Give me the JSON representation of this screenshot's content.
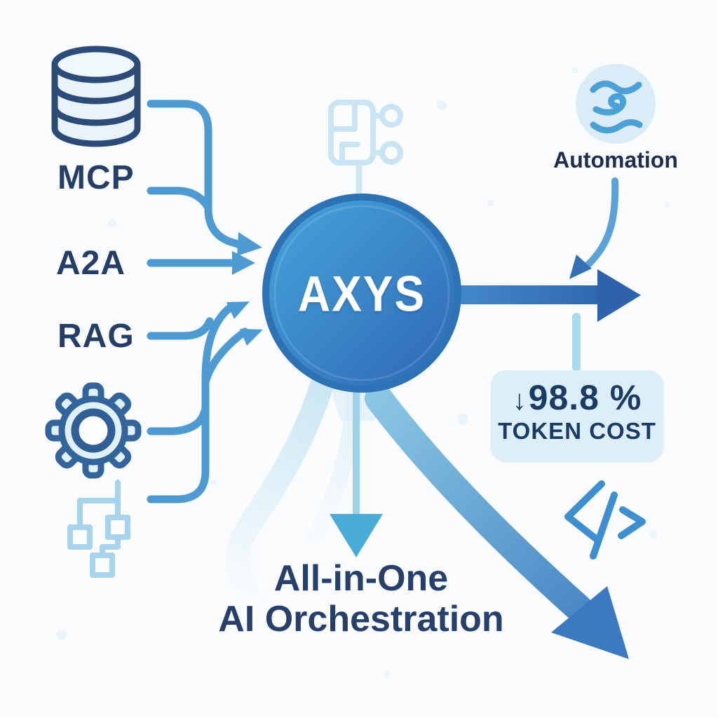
{
  "hub": {
    "label": "AXYS"
  },
  "inputs": {
    "mcp": "MCP",
    "a2a": "A2A",
    "rag": "RAG"
  },
  "automation": {
    "label": "Automation"
  },
  "badge": {
    "down_arrow": "↓",
    "value": "98.8 %",
    "caption": "TOKEN COST"
  },
  "title": {
    "line1": "All-in-One",
    "line2": "AI Orchestration"
  },
  "icons": {
    "left_source": "database-icon",
    "top_source": "workflow-branch-icon",
    "settings": "gear-icon",
    "pipeline": "node-tree-icon",
    "automation": "automation-waves-icon",
    "code": "code-icon"
  },
  "colors": {
    "background": "#FAFCFE",
    "line_blue": "#4E9AD3",
    "dark_arrow_start": "#4489CB",
    "dark_arrow_end": "#2B5EA9",
    "hub_gradient_start": "#45A5DA",
    "hub_gradient_end": "#2F66B5",
    "hub_rim": "#2C72B4",
    "navy_text": "#243E66",
    "badge_bg": "#DCEFF8",
    "light_icon_blue": "#C7E3F2",
    "light_arrow_blue": "#9ED2EA"
  }
}
